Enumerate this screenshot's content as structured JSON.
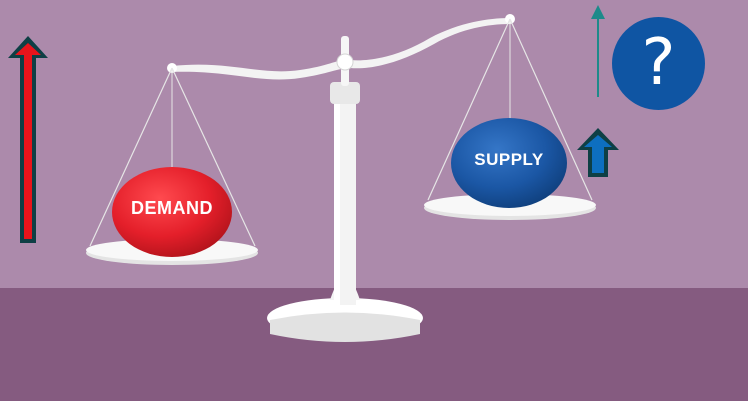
{
  "scene": {
    "demand_label": "DEMAND",
    "supply_label": "SUPPLY",
    "question_symbol": "?",
    "colors": {
      "background_wall": "#ac8aab",
      "floor": "#855b80",
      "demand": "#e41f2a",
      "supply": "#1b57a5",
      "question_circle": "#0f55a3",
      "arrow_red": "#e8141b",
      "arrow_blue": "#0d6fc0",
      "arrow_outline": "#0e3f45",
      "arrow_teal": "#1d8a8a",
      "scale": "#f1f1f1"
    },
    "icons": [
      "demand-up-arrow-icon",
      "supply-up-arrow-icon",
      "thin-up-arrow-icon",
      "question-mark-icon",
      "balance-scale"
    ]
  }
}
